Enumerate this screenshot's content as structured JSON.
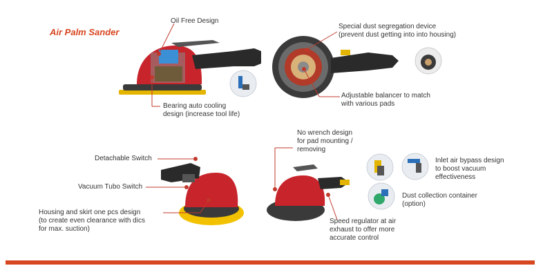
{
  "title": "Air Palm Sander",
  "labels": {
    "oil_free": "Oil Free Design",
    "dust_segregation": [
      "Special dust segregation device",
      "(prevent dust getting into  into housing)"
    ],
    "bearing_cooling": [
      "Bearing auto cooling",
      "design (increase tool life)"
    ],
    "balancer": [
      "Adjustable balancer to match",
      "with various pads"
    ],
    "no_wrench": [
      "No wrench design",
      "for pad mounting /",
      "removing"
    ],
    "detachable_switch": "Detachable Switch",
    "vacuum_switch": "Vacuum Tubo Switch",
    "housing_skirt": [
      "Housing and skirt one pcs design",
      "(to create even clearance with dics",
      "for max. suction)"
    ],
    "speed_regulator": [
      "Speed regulator at air",
      "exhaust to offer more",
      "accurate control"
    ],
    "inlet_bypass": [
      "Inlet air bypass design",
      "to boost vacuum",
      "effectiveness"
    ],
    "dust_container": [
      "Dust collection container",
      "(option)"
    ]
  },
  "colors": {
    "accent": "#d6461f",
    "leader_line": "#c0392b",
    "tool_red": "#c8242b",
    "tool_black": "#2a2a2a",
    "pad_yellow": "#f2c200"
  }
}
